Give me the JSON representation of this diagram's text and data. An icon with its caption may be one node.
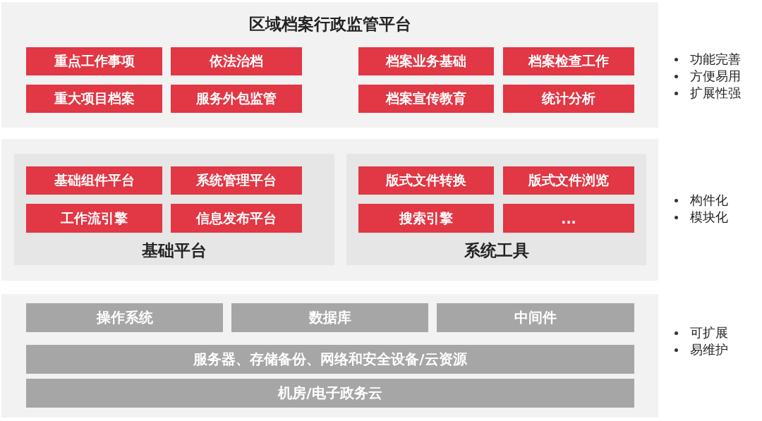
{
  "diagram": {
    "nodes": [
      {
        "text": [
          "区域档案行政监管平台"
        ],
        "beside": [
          "功能完善",
          "方便易用",
          "扩展性强"
        ]
      },
      {
        "text": [
          "重点工作事项"
        ],
        "in": 0
      },
      {
        "text": [
          "依法治档"
        ],
        "in": 0
      },
      {
        "text": [
          "档案业务基础"
        ],
        "in": 0
      },
      {
        "text": [
          "档案检查工作"
        ],
        "in": 0
      },
      {
        "text": [
          "重大项目档案"
        ],
        "in": 0
      },
      {
        "text": [
          "服务外包监管"
        ],
        "in": 0
      },
      {
        "text": [
          "档案宣传教育"
        ],
        "in": 0
      },
      {
        "text": [
          "统计分析"
        ],
        "in": 0
      },
      {
        "text": [],
        "shape": "box",
        "beside": [
          "构件化",
          "模块化"
        ]
      },
      {
        "text": [
          "基础平台"
        ],
        "in": 9
      },
      {
        "text": [
          "基础组件平台"
        ],
        "in": 10
      },
      {
        "text": [
          "系统管理平台"
        ],
        "in": 10
      },
      {
        "text": [
          "工作流引擎"
        ],
        "in": 10
      },
      {
        "text": [
          "信息发布平台"
        ],
        "in": 10
      },
      {
        "text": [
          "系统工具"
        ],
        "in": 9
      },
      {
        "text": [
          "版式文件转换"
        ],
        "in": 15
      },
      {
        "text": [
          "版式文件浏览"
        ],
        "in": 15
      },
      {
        "text": [
          "搜索引擎"
        ],
        "in": 15
      },
      {
        "text": [
          "..."
        ],
        "in": 15
      },
      {
        "text": [],
        "shape": "box",
        "beside": [
          "可扩展",
          "易维护"
        ]
      },
      {
        "text": [
          "操作系统"
        ],
        "in": 20
      },
      {
        "text": [
          "数据库"
        ],
        "in": 20
      },
      {
        "text": [
          "中间件"
        ],
        "in": 20
      },
      {
        "text": [
          "服务器、存储备份、网络和安全设备/云资源"
        ],
        "in": 20
      },
      {
        "text": [
          "机房/电子政务云"
        ],
        "in": 20
      }
    ],
    "edges": []
  }
}
